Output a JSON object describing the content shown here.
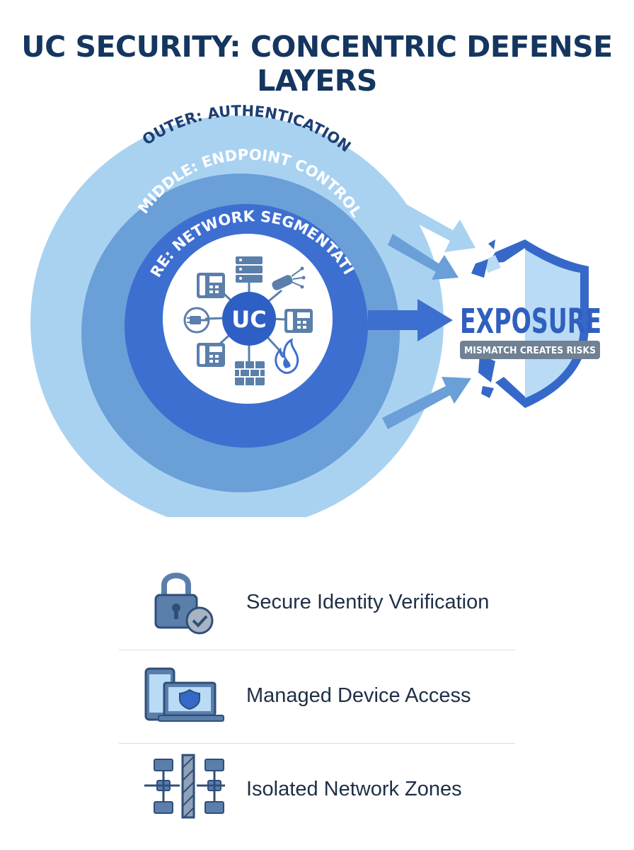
{
  "title": "UC SECURITY: CONCENTRIC DEFENSE LAYERS",
  "rings": {
    "outer": "OUTER: AUTHENTICATION",
    "middle": "MIDDLE: ENDPOINT CONTROL",
    "core": "CORE: NETWORK SEGMENTATION"
  },
  "hub": {
    "label": "UC"
  },
  "exposure": {
    "title": "EXPOSURE",
    "subtitle": "MISMATCH CREATES RISKS"
  },
  "legend": [
    {
      "label": "Secure Identity Verification",
      "icon": "lock-check-icon"
    },
    {
      "label": "Managed Device Access",
      "icon": "devices-shield-icon"
    },
    {
      "label": "Isolated Network Zones",
      "icon": "network-zones-icon"
    }
  ],
  "colors": {
    "title": "#14365f",
    "outer_ring": "#a9d2f1",
    "middle_ring": "#6a9fd8",
    "core_ring": "#3d6fd0",
    "hub": "#2e5fc4",
    "icon": "#5b7fab",
    "shield": "#3568c9"
  }
}
